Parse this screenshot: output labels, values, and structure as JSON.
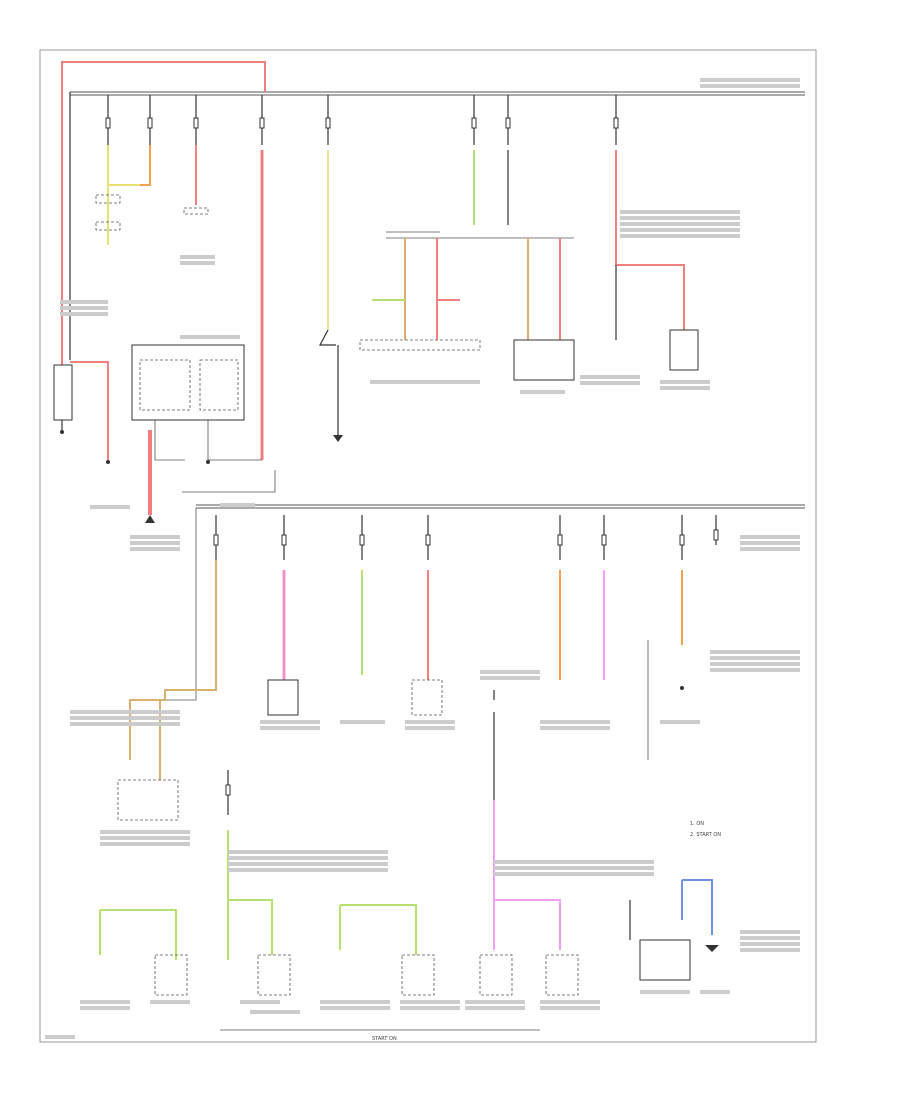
{
  "colors": {
    "red": "#f08080",
    "pink": "#f090c8",
    "green": "#b8e070",
    "tan": "#d8b070",
    "orange": "#f0a050",
    "yellow": "#e8e070",
    "blue": "#7090e0",
    "violet": "#f0a0f0",
    "wire": "#333333"
  },
  "legend": {
    "items": [
      "1. ON",
      "2. START ON"
    ]
  },
  "bottom_label": "START ON"
}
